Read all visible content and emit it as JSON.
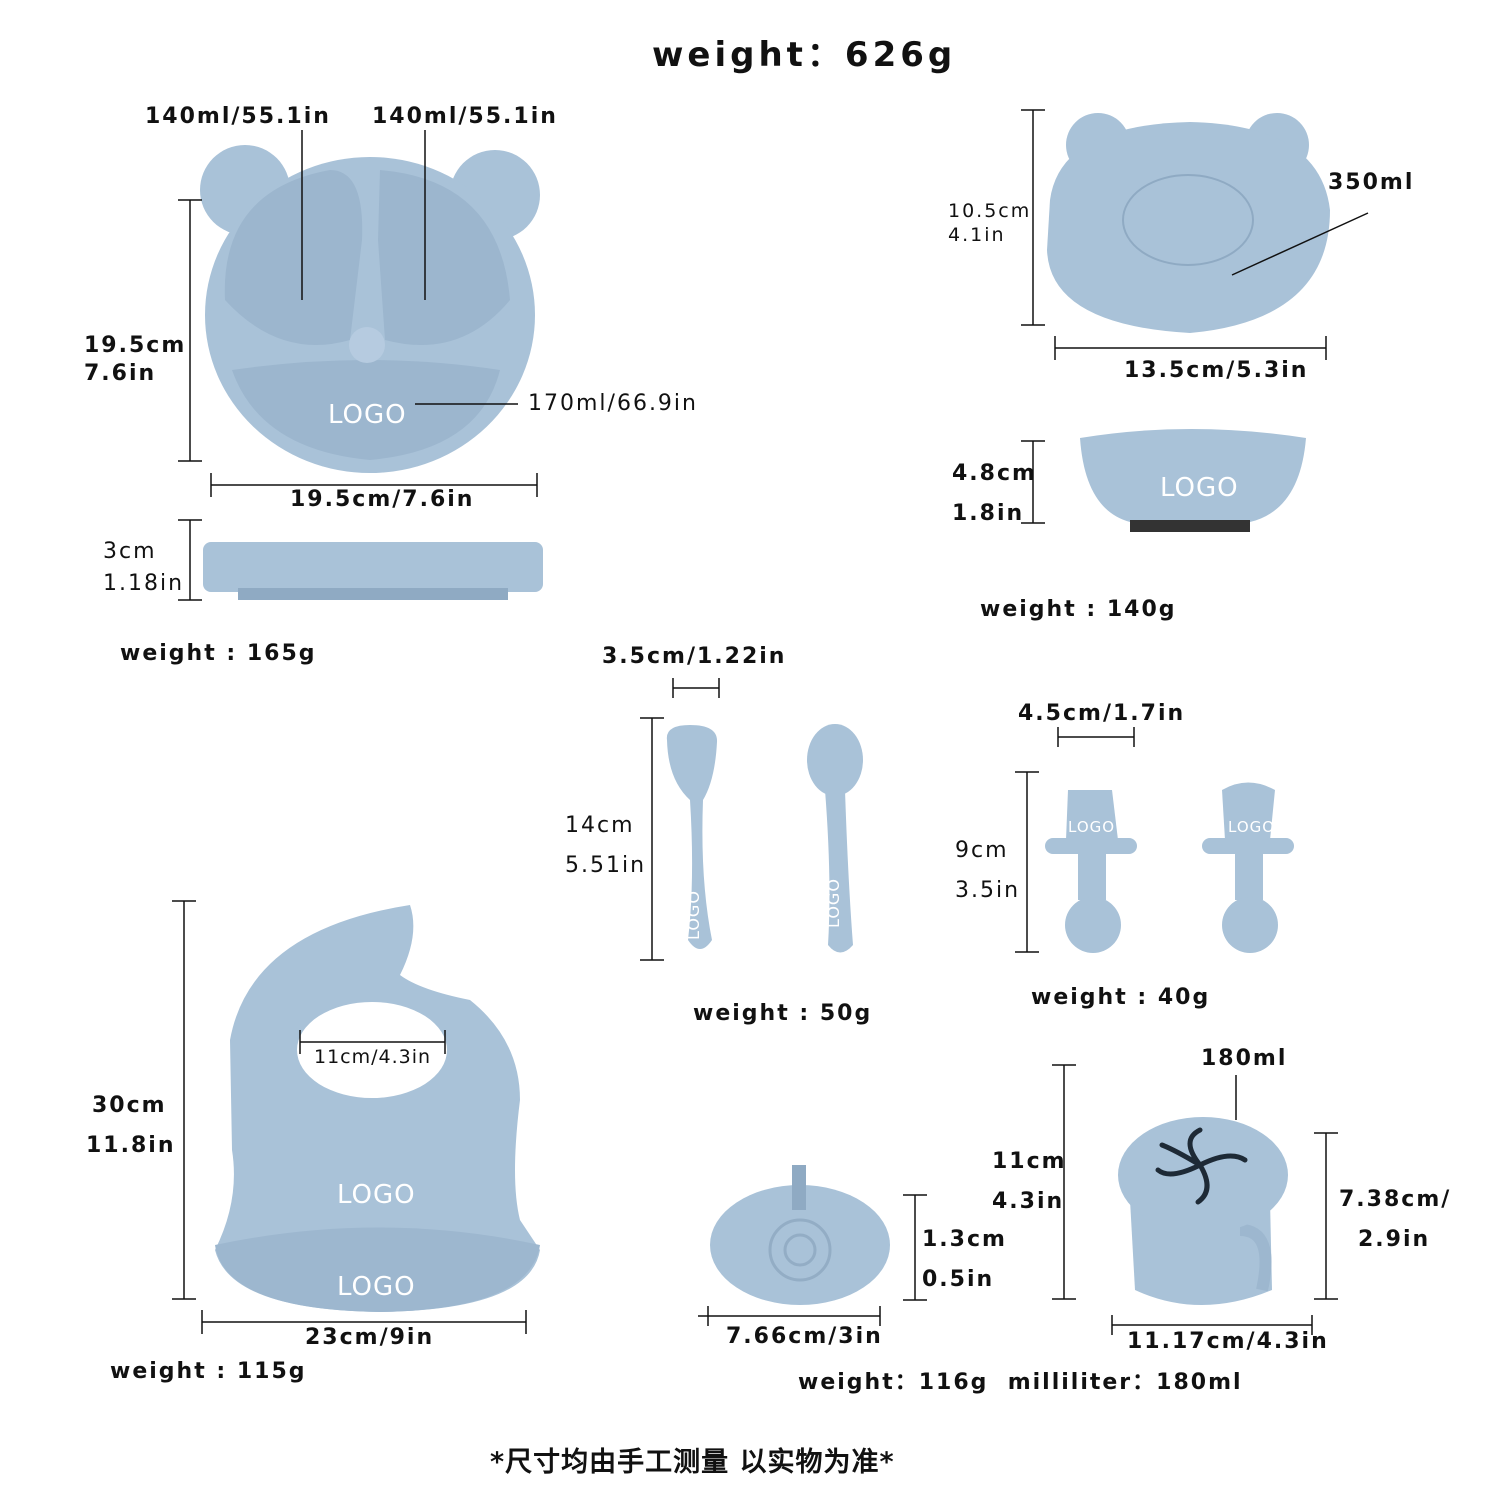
{
  "title": "weight：626g",
  "colors": {
    "product": "#a9c2d8",
    "product_dark": "#8faac3",
    "lines": "#111111"
  },
  "plate": {
    "left_compartment": "140ml/55.1in",
    "right_compartment": "140ml/55.1in",
    "bottom_compartment": "170ml/66.9in",
    "height_cm": "19.5cm",
    "height_in": "7.6in",
    "width": "19.5cm/7.6in",
    "depth_cm": "3cm",
    "depth_in": "1.18in",
    "logo": "LOGO",
    "weight": "weight : 165g"
  },
  "bear_bowl": {
    "height_cm": "10.5cm",
    "height_in": "4.1in",
    "capacity": "350ml",
    "width": "13.5cm/5.3in",
    "side_height_cm": "4.8cm",
    "side_height_in": "1.8in",
    "logo": "LOGO",
    "weight": "weight : 140g"
  },
  "spoon_fork": {
    "width": "3.5cm/1.22in",
    "length_cm": "14cm",
    "length_in": "5.51in",
    "logo": "LOGO",
    "weight": "weight : 50g"
  },
  "short_cutlery": {
    "width": "4.5cm/1.7in",
    "length_cm": "9cm",
    "length_in": "3.5in",
    "logo": "LOGO",
    "weight": "weight : 40g"
  },
  "bib": {
    "height_cm": "30cm",
    "height_in": "11.8in",
    "neck": "11cm/4.3in",
    "width": "23cm/9in",
    "logo": "LOGO",
    "weight": "weight : 115g"
  },
  "snack_cup": {
    "lid_height_cm": "1.3cm",
    "lid_height_in": "0.5in",
    "lid_width": "7.66cm/3in",
    "capacity": "180ml",
    "height_cm": "11cm",
    "height_in": "4.3in",
    "cup_height_a": "7.38cm/",
    "cup_height_b": "2.9in",
    "cup_width": "11.17cm/4.3in",
    "weight": "weight：116g  milliliter：180ml"
  },
  "footnote": "*尺寸均由手工测量 以实物为准*"
}
